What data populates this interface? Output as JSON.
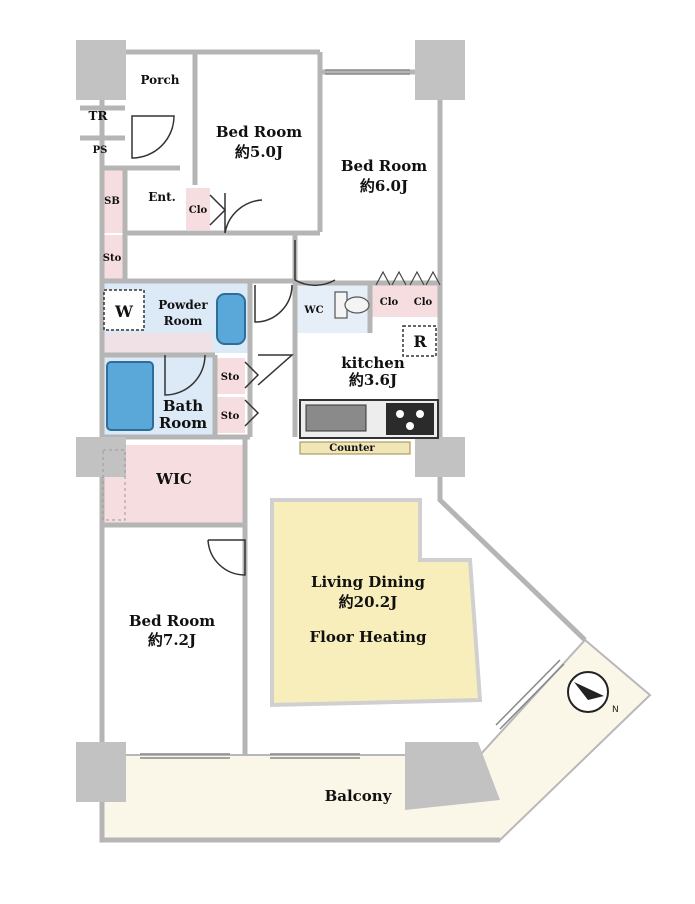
{
  "rooms": {
    "porch": "Porch",
    "tr": "TR",
    "ps": "PS",
    "sb": "SB",
    "entrance": "Ent.",
    "closet_entrance": "Clo",
    "storage_hall": "Sto",
    "bedroom_north": {
      "name": "Bed Room",
      "size": "約5.0J"
    },
    "bedroom_east": {
      "name": "Bed Room",
      "size": "約6.0J"
    },
    "powder_room": {
      "line1": "Powder",
      "line2": "Room"
    },
    "washer_mark": "W",
    "wc": "WC",
    "closet_kitchen_1": "Clo",
    "closet_kitchen_2": "Clo",
    "fridge_mark": "R",
    "kitchen": {
      "name": "kitchen",
      "size": "約3.6J"
    },
    "storage_bath_1": "Sto",
    "storage_bath_2": "Sto",
    "bath": {
      "line1": "Bath",
      "line2": "Room"
    },
    "counter": "Counter",
    "wic": "WIC",
    "bedroom_south": {
      "name": "Bed Room",
      "size": "約7.2J"
    },
    "living_dining": {
      "name": "Living Dining",
      "size": "約20.2J",
      "note": "Floor Heating"
    },
    "balcony": "Balcony"
  },
  "compass": {
    "direction": "N",
    "icon": "north-arrow-icon"
  },
  "colors": {
    "wall": "#c9c9c9",
    "wall_line": "#a8a8a8",
    "pillar": "#c2c2c2",
    "wet_area": "#dce9f6",
    "storage": "#f6dde0",
    "living_floor": "#f8eebc",
    "balcony": "#fbf7e8",
    "fixture": "#5aa8da"
  }
}
